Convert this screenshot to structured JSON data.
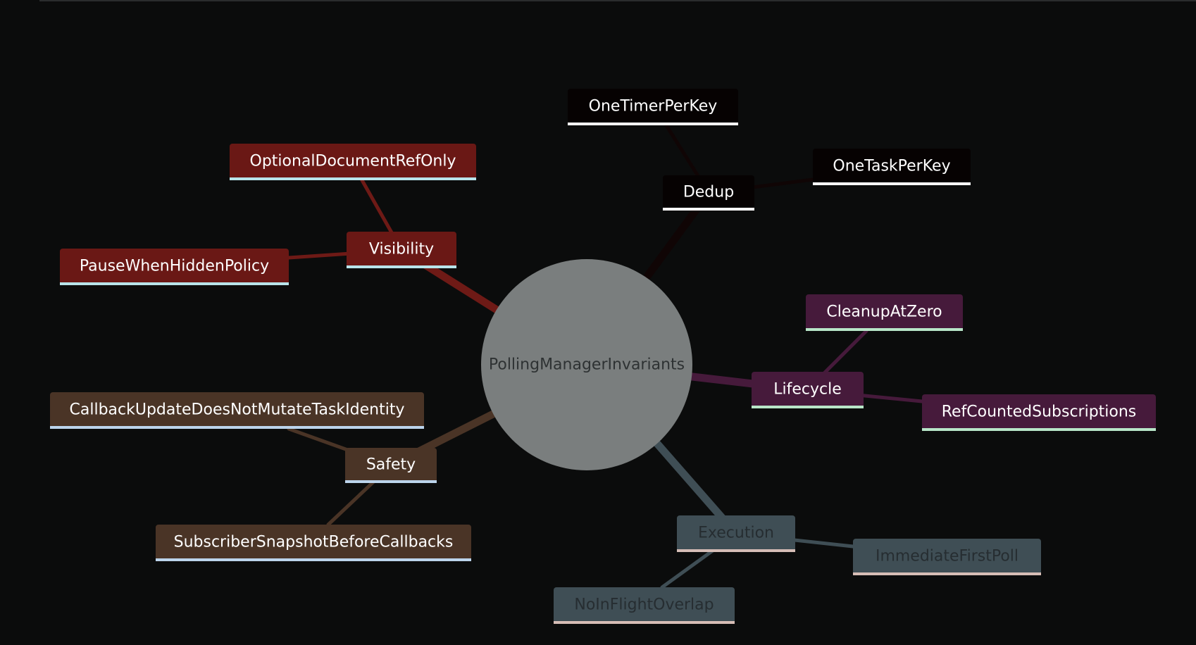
{
  "diagram": {
    "root": {
      "label": "PollingManagerInvariants",
      "fill": "#7a7e7e",
      "text_color": "#2e3233"
    },
    "branches": [
      {
        "key": "dedup",
        "label": "Dedup",
        "fill": "#060202",
        "underline": "#ffffff",
        "text_color": "#ffffff",
        "link_color": "#100505",
        "children": [
          {
            "key": "one-timer-per-key",
            "label": "OneTimerPerKey"
          },
          {
            "key": "one-task-per-key",
            "label": "OneTaskPerKey"
          }
        ]
      },
      {
        "key": "visibility",
        "label": "Visibility",
        "fill": "#6a1815",
        "underline": "#b8e4ea",
        "text_color": "#ffffff",
        "link_color": "#6e1a16",
        "children": [
          {
            "key": "optional-document-ref-only",
            "label": "OptionalDocumentRefOnly"
          },
          {
            "key": "pause-when-hidden-policy",
            "label": "PauseWhenHiddenPolicy"
          }
        ]
      },
      {
        "key": "lifecycle",
        "label": "Lifecycle",
        "fill": "#461a3b",
        "underline": "#b8e6c8",
        "text_color": "#ffffff",
        "link_color": "#461a3b",
        "children": [
          {
            "key": "cleanup-at-zero",
            "label": "CleanupAtZero"
          },
          {
            "key": "ref-counted-subscriptions",
            "label": "RefCountedSubscriptions"
          }
        ]
      },
      {
        "key": "safety",
        "label": "Safety",
        "fill": "#4a3426",
        "underline": "#bcd4ec",
        "text_color": "#ffffff",
        "link_color": "#4a3426",
        "children": [
          {
            "key": "callback-update-does-not-mutate-task-identity",
            "label": "CallbackUpdateDoesNotMutateTaskIdentity"
          },
          {
            "key": "subscriber-snapshot-before-callbacks",
            "label": "SubscriberSnapshotBeforeCallbacks"
          }
        ]
      },
      {
        "key": "execution",
        "label": "Execution",
        "fill": "#3f4e55",
        "underline": "#d6bdb6",
        "text_color": "#262d31",
        "link_color": "#3f4e55",
        "children": [
          {
            "key": "immediate-first-poll",
            "label": "ImmediateFirstPoll"
          },
          {
            "key": "no-in-flight-overlap",
            "label": "NoInFlightOverlap"
          }
        ]
      }
    ]
  }
}
